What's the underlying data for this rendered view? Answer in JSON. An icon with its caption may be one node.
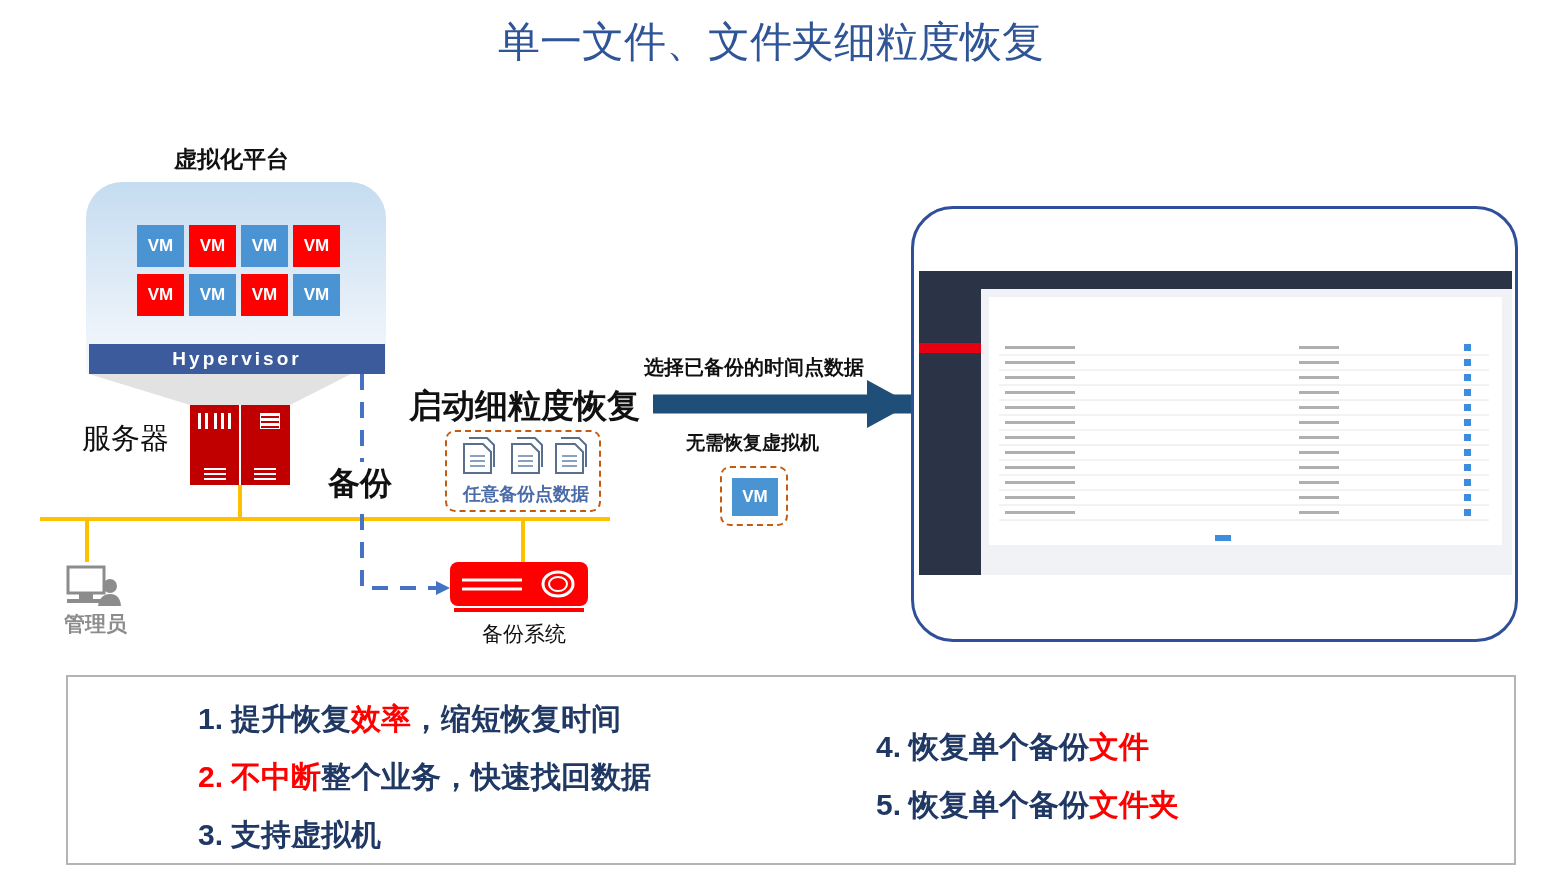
{
  "diagram": {
    "title": "单一文件、文件夹细粒度恢复",
    "nodes": [
      {
        "text": [
          "虚拟化平台"
        ]
      },
      {
        "text": [
          "VM"
        ],
        "in": 0
      },
      {
        "text": [
          "VM"
        ],
        "in": 0
      },
      {
        "text": [
          "VM"
        ],
        "in": 0
      },
      {
        "text": [
          "VM"
        ],
        "in": 0
      },
      {
        "text": [
          "VM"
        ],
        "in": 0
      },
      {
        "text": [
          "VM"
        ],
        "in": 0
      },
      {
        "text": [
          "VM"
        ],
        "in": 0
      },
      {
        "text": [
          "VM"
        ],
        "in": 0
      },
      {
        "text": [
          "Hypervisor"
        ],
        "in": 0
      },
      {
        "text": [
          "服务器"
        ]
      },
      {
        "text": [],
        "shape": "picture",
        "beside": [
          "管理员"
        ]
      },
      {
        "text": [],
        "shape": "picture",
        "beside": [
          "备份系统"
        ]
      },
      {
        "text": [
          "启动细粒度恢复",
          "任意备份点数据"
        ]
      },
      {
        "text": [],
        "shape": "box",
        "beside": [
          "无需恢复虚拟机"
        ]
      },
      {
        "text": [
          "VM"
        ],
        "in": 14
      },
      {
        "text": [],
        "shape": "picture"
      },
      {
        "text": [],
        "shape": "bar"
      },
      {
        "text": [
          "1. 提升恢复**效率**，缩短恢复时间",
          "**2. 不中断**整个业务，快速找回数据",
          "3. 支持虚拟机",
          "4. 恢复单个备份**文件**",
          "5. 恢复单个备份**文件夹**"
        ]
      }
    ],
    "edges": [
      {
        "from": 10,
        "to": 17,
        "arrow": "none"
      },
      {
        "from": 11,
        "to": 17,
        "arrow": "none"
      },
      {
        "from": 12,
        "to": 17,
        "arrow": "none"
      },
      {
        "from": 9,
        "to": 12,
        "arrow": "to",
        "label": "备份",
        "style": "dashed",
        "color": "#4472c4"
      },
      {
        "from": 13,
        "to": 16,
        "arrow": "to",
        "label": "选择已备份的时间点数据",
        "style": "thick",
        "color": "#1f4e79"
      }
    ]
  }
}
